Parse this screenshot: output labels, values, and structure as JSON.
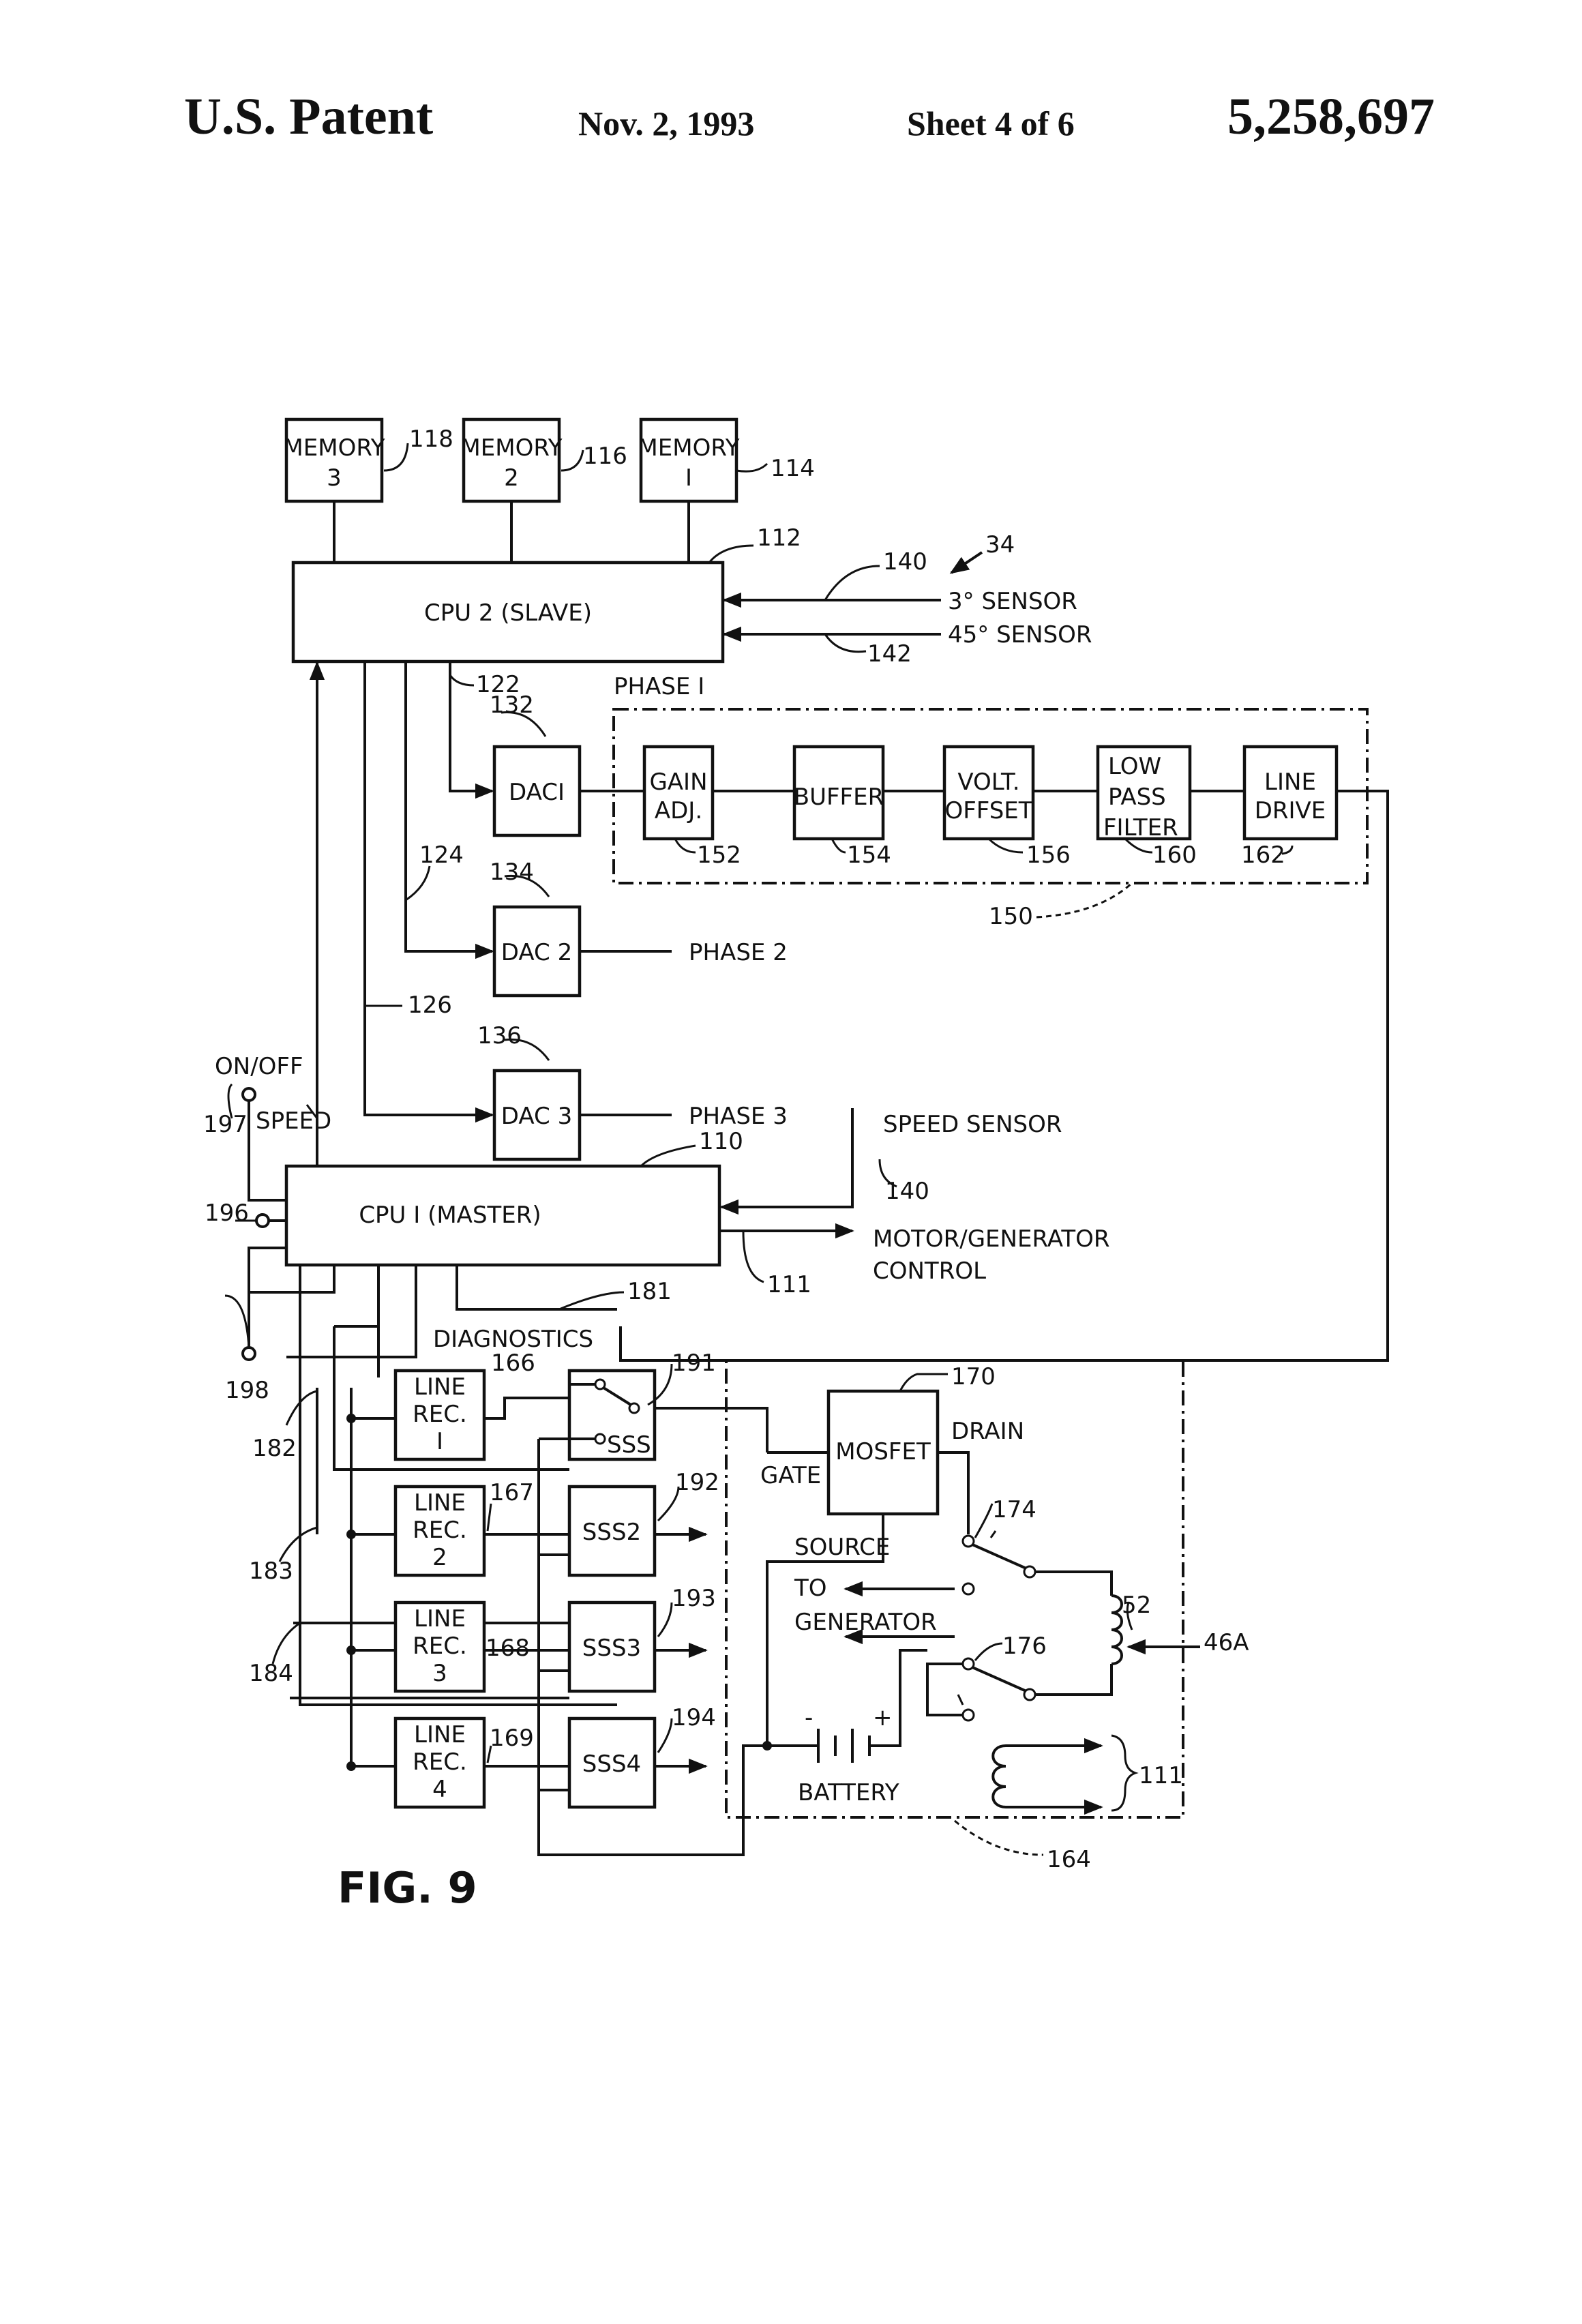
{
  "header": {
    "title": "U.S. Patent",
    "date": "Nov. 2, 1993",
    "sheet": "Sheet 4 of 6",
    "patent_number": "5,258,697"
  },
  "figure_label": "FIG. 9",
  "blocks": {
    "memory3": [
      "MEMORY",
      "3"
    ],
    "memory2": [
      "MEMORY",
      "2"
    ],
    "memory1": [
      "MEMORY",
      "I"
    ],
    "cpu2": "CPU 2 (SLAVE)",
    "cpu1": "CPU I (MASTER)",
    "dac1": "DACI",
    "dac2": "DAC 2",
    "dac3": "DAC 3",
    "gain": [
      "GAIN",
      "ADJ."
    ],
    "buffer": "BUFFER",
    "volt": [
      "VOLT.",
      "OFFSET"
    ],
    "lowpass": [
      "LOW",
      "PASS",
      "FILTER"
    ],
    "linedrive": [
      "LINE",
      "DRIVE"
    ],
    "linerec1": [
      "LINE",
      "REC.",
      "I"
    ],
    "linerec2": [
      "LINE",
      "REC.",
      "2"
    ],
    "linerec3": [
      "LINE",
      "REC.",
      "3"
    ],
    "linerec4": [
      "LINE",
      "REC.",
      "4"
    ],
    "sss1": "SSSI",
    "sss2": "SSS2",
    "sss3": "SSS3",
    "sss4": "SSS4",
    "mosfet": "MOSFET"
  },
  "labels": {
    "sensor3": "3° SENSOR",
    "sensor45": "45° SENSOR",
    "phase1": "PHASE I",
    "phase2": "PHASE 2",
    "phase3": "PHASE 3",
    "onoff": "ON/OFF",
    "speed": "SPEED",
    "speed_sensor": "SPEED SENSOR",
    "motor_control": [
      "MOTOR/GENERATOR",
      "CONTROL"
    ],
    "diagnostics": "DIAGNOSTICS",
    "gate": "GATE",
    "drain": "DRAIN",
    "source": "SOURCE",
    "to_generator": [
      "TO",
      "GENERATOR"
    ],
    "battery": "BATTERY",
    "minus": "-",
    "plus": "+"
  },
  "refs": {
    "r118": "118",
    "r116": "116",
    "r114": "114",
    "r112": "112",
    "r34": "34",
    "r140a": "140",
    "r142": "142",
    "r122": "122",
    "r132": "132",
    "r124": "124",
    "r134": "134",
    "r126": "126",
    "r136": "136",
    "r152": "152",
    "r154": "154",
    "r156": "156",
    "r160": "160",
    "r162": "162",
    "r150": "150",
    "r110": "110",
    "r140b": "140",
    "r111a": "111",
    "r197": "197",
    "r196": "196",
    "r198": "198",
    "r181": "181",
    "r166": "166",
    "r191": "191",
    "r170": "170",
    "r182": "182",
    "r167": "167",
    "r192": "192",
    "r174": "174",
    "r183": "183",
    "r193": "193",
    "r52": "52",
    "r46a": "46A",
    "r168": "168",
    "r176": "176",
    "r184": "184",
    "r194": "194",
    "r169": "169",
    "r111b": "111",
    "r164": "164"
  }
}
